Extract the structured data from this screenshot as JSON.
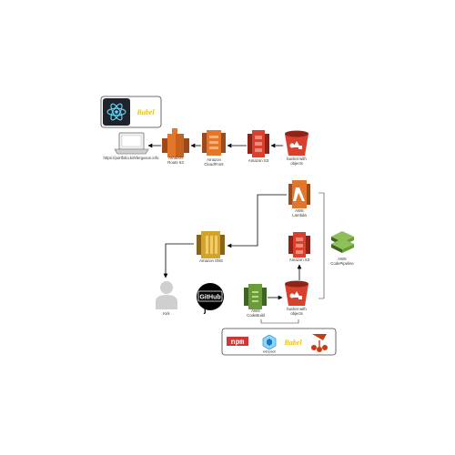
{
  "nodes": {
    "browser": {
      "label": "https://portfolio.kirkferguson.info"
    },
    "route53": {
      "label": [
        "Amazon",
        "Route 53"
      ]
    },
    "cloudfront_top": {
      "label": [
        "Amazon",
        "CloudFront"
      ]
    },
    "s3_top": {
      "label": "Amazon S3"
    },
    "bucket_top": {
      "label": [
        "bucket with",
        "objects"
      ]
    },
    "lambda": {
      "label": [
        "AWS",
        "Lambda"
      ]
    },
    "s3_mid": {
      "label": "Amazon S3"
    },
    "sns": {
      "label": "Amazon SNS"
    },
    "user": {
      "label": "Kirk"
    },
    "github": {
      "label": "GitHub"
    },
    "codebuild": {
      "label": [
        "AWS",
        "CodeBuild"
      ]
    },
    "bucket_bottom": {
      "label": [
        "bucket with",
        "objects"
      ]
    },
    "codepipeline": {
      "label": [
        "AWS",
        "CodePipeline"
      ]
    }
  },
  "badges": {
    "react": "react-icon",
    "babel_top": "Babel",
    "npm": "npm",
    "webpack": "webpack",
    "babel_bottom": "Babel",
    "jest": "jest-icon"
  },
  "colors": {
    "aws_orange": "#e2762b",
    "aws_orange_dark": "#9c4a1b",
    "aws_red": "#d9412f",
    "aws_red_dark": "#8f2416",
    "aws_gold": "#d4a42a",
    "aws_gold_dark": "#8a6418",
    "aws_green": "#6b9c3a",
    "aws_green_dark": "#3f6421",
    "react_bg": "#20232a",
    "react_cyan": "#61dafb",
    "babel_yellow": "#f5da55",
    "npm_red": "#cb3837",
    "webpack_blue": "#8ed6fb",
    "jest_red": "#c63d14"
  }
}
